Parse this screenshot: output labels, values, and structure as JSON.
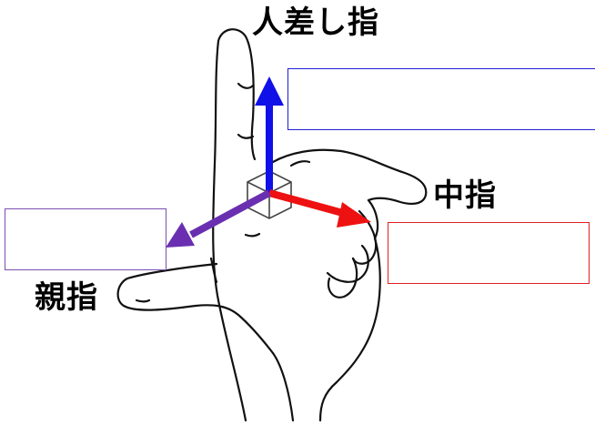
{
  "labels": {
    "index_finger": "人差し指",
    "middle_finger": "中指",
    "thumb": "親指"
  },
  "colors": {
    "index_axis": "#1010e8",
    "middle_axis": "#ee1111",
    "thumb_axis": "#6a2fb0",
    "index_box_border": "#1f1fd6",
    "middle_box_border": "#e02020",
    "thumb_box_border": "#7a4fb0",
    "outline": "#111111"
  },
  "answer_boxes": {
    "index": "",
    "middle": "",
    "thumb": ""
  }
}
